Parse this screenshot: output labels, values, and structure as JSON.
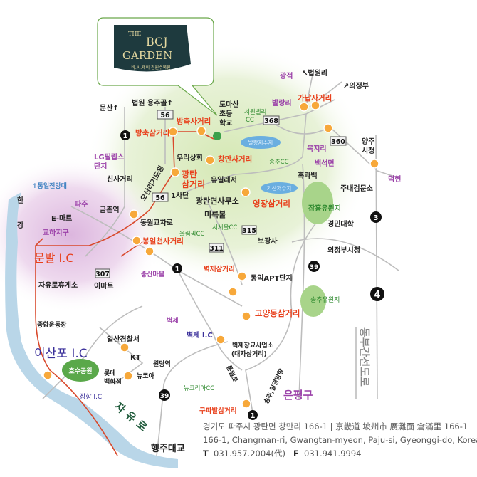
{
  "logo": {
    "line1": "THE",
    "line2": "BCJ",
    "line3": "GARDEN",
    "sub": "비.씨.제이 정원수목원"
  },
  "labels": {
    "munsan": "문산↑",
    "beobwon_yongjugol": "법원 용주골↑",
    "bangchuk_4way": "방축사거리",
    "bangchuk_3way": "방축삼거리",
    "domasan1": "도마산",
    "domasan2": "초등",
    "domasan3": "학교",
    "seowon_cc1": "서원밸리",
    "seowon_cc2": "CC",
    "ballangri": "발랑리",
    "gwangjeok": "광적",
    "beobwonri": "↖법원리",
    "uijeongbu": "↗의정부",
    "ganap_4way": "가납사거리",
    "yangju1": "양주",
    "yangju2": "시청",
    "deokhyeon": "덕현",
    "bokjiri": "복지리",
    "baekseok": "백석면",
    "ballang_lake": "발랑저수지",
    "songchu_cc": "송추CC",
    "changman_4way": "창만사거리",
    "uri_store": "우리상회",
    "lg1": "LG필립스",
    "lg2": "단지",
    "gwangtan1": "광탄",
    "gwangtan2": "삼거리",
    "yuil": "유일레저",
    "sin_4way": "신사거리",
    "osanri": "오산리기도원",
    "tongil_obs": "↑통일전망대",
    "heukgwabaek": "흑과백",
    "gisan_lake": "기산저수지",
    "junae": "주내검문소",
    "yeongjang": "영장삼거리",
    "jangheung": "장흥유원지",
    "division1": "1사단",
    "gwangtan_office": "광탄면사무소",
    "han": "한",
    "gang": "강",
    "paju": "파주",
    "geumchon": "금촌역",
    "emart": "E-마트",
    "mireukbul": "미륵불",
    "dongwon": "동원교차로",
    "kyungmin": "경민대학",
    "gyoha": "교하지구",
    "olympic_cc": "올림픽CC",
    "seoseoul_cc": "서서울CC",
    "bogwangsa": "보광사",
    "uijeongbu_hall": "의정부시청",
    "bongilcheon": "봉일천사거리",
    "munbal_ic": "문발 I.C",
    "jungsan": "중산마을",
    "byeokje_3way": "벽제삼거리",
    "dongik": "동익APT단지",
    "jayuro_rest": "자유로휴게소",
    "emart2": "이마트",
    "songchu_resort": "송추유원지",
    "goyangdong": "고양동삼거리",
    "stadium": "종합운동장",
    "byeokje": "벽제",
    "east_expressway": "동부간선도로",
    "ilsan_police": "일산경찰서",
    "isanpo_ic": "이산포 I.C",
    "kt": "KT",
    "byeokje_ic": "벽제 I.C",
    "crematory1": "벽제장묘사업소",
    "crematory2": "(대자삼거리)",
    "wondang": "원당역",
    "lake_park": "호수공원",
    "lotte1": "롯데",
    "lotte2": "백화점",
    "newcore": "뉴코아",
    "newkorea_cc": "뉴코리아CC",
    "tongilro": "통일로",
    "songchu_dir": "송추,일영방향",
    "gupabal": "구파발삼거리",
    "janghang_ic": "장항 I.C",
    "jayuro": "자유로",
    "eunpyeong": "은평구",
    "haengju": "행주대교"
  },
  "road_numbers": {
    "r56a": "56",
    "r56b": "56",
    "r368": "368",
    "r360": "360",
    "r315": "315",
    "r311": "311",
    "r307": "307"
  },
  "route_numbers": {
    "n1a": "1",
    "n1b": "1",
    "n1c": "1",
    "n3": "3",
    "n4": "4",
    "n39a": "39",
    "n39b": "39"
  },
  "address": {
    "line1": "경기도 파주시 광탄면 창만리 166-1 | 京畿道 坡州市 廣灘面 倉滿里 166-1",
    "line2": "166-1, Changman-ri, Gwangtan-myeon, Paju-si, Gyeonggi-do, Korea",
    "tel_label": "T",
    "tel": "031.957.2004(代)",
    "fax_label": "F",
    "fax": "031.941.9994"
  },
  "colors": {
    "route": "#d9492c",
    "node": "#f7a83a",
    "river": "#b9d6e8",
    "green_area": "#dfeec8",
    "purple_area": "#e9cfe8"
  }
}
